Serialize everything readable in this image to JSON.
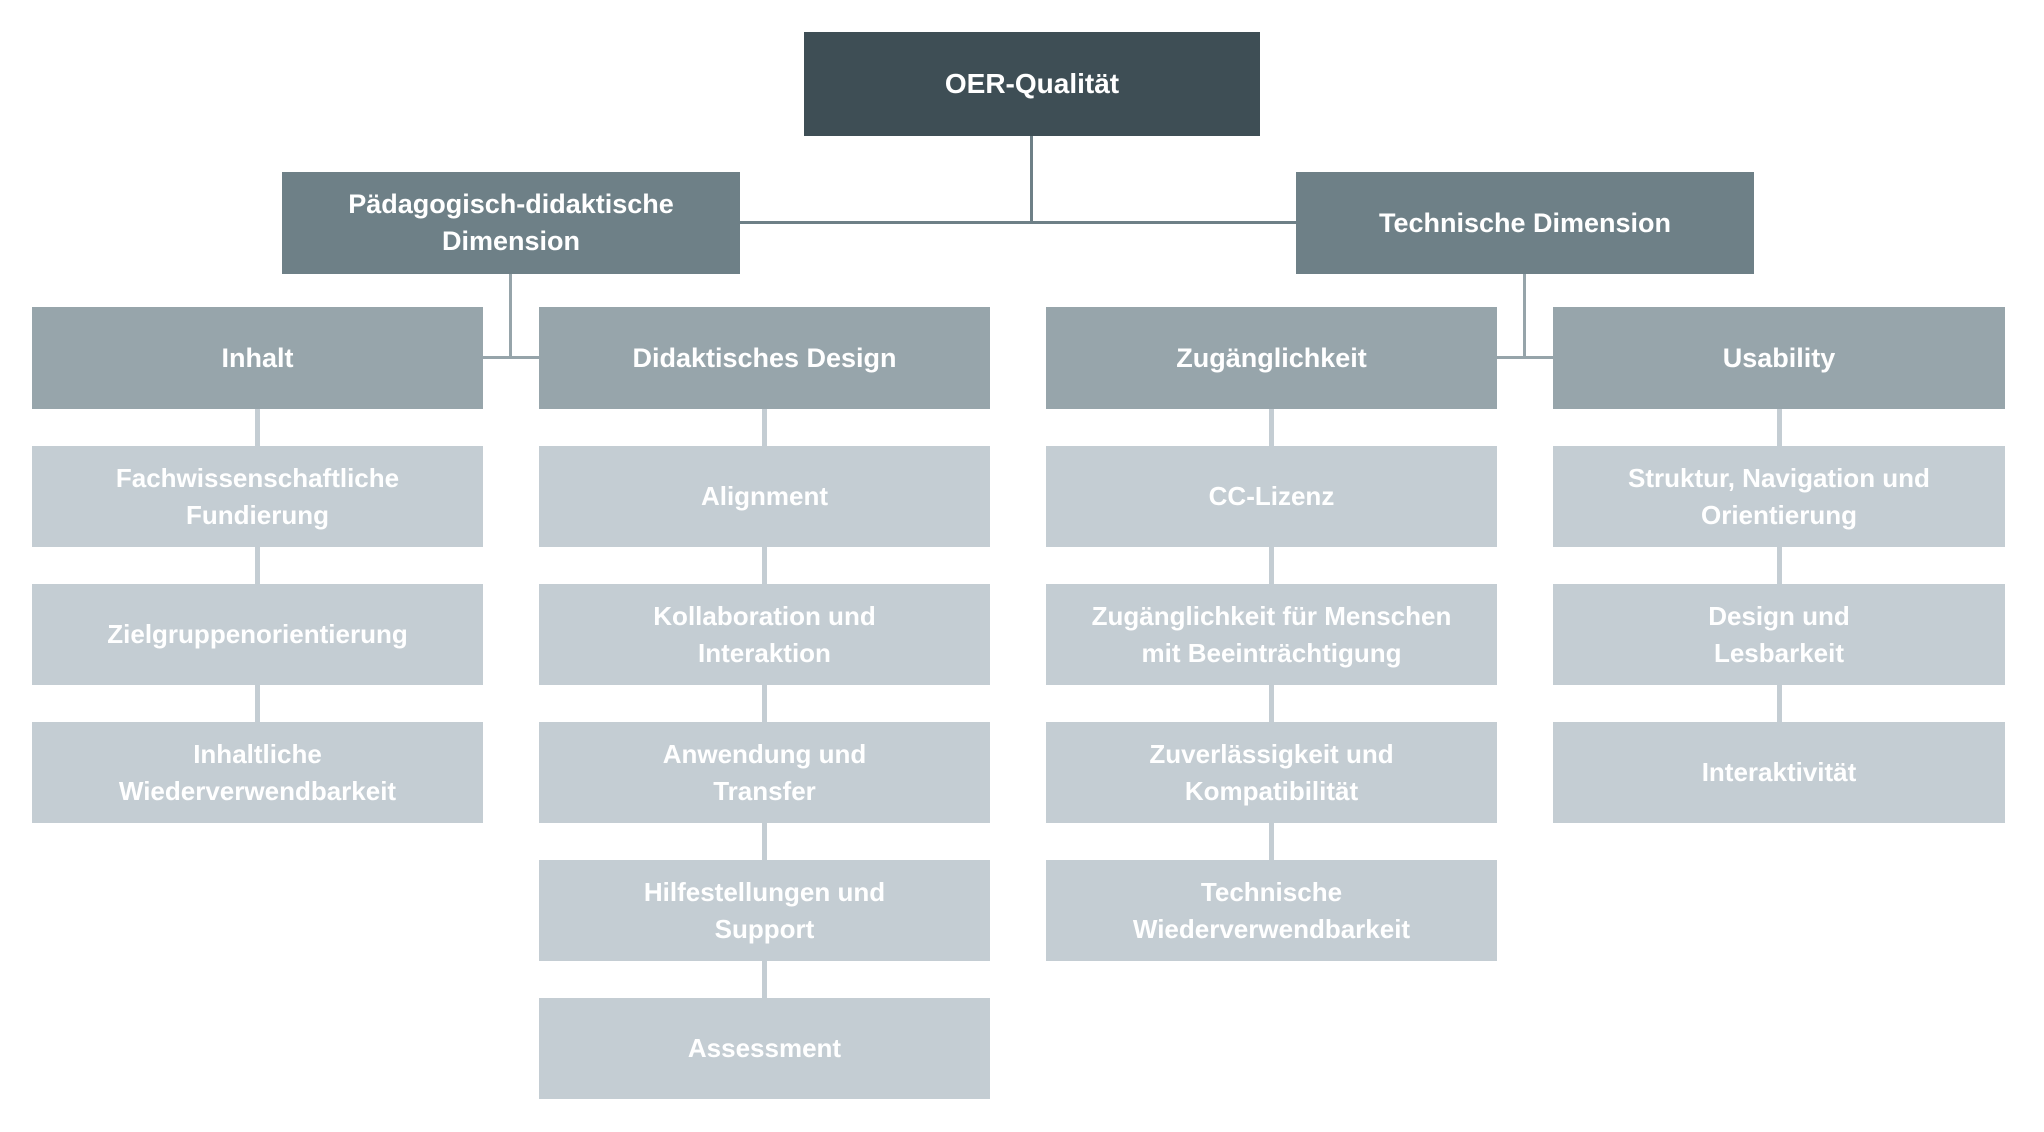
{
  "diagram": {
    "root": {
      "label": "OER-Qualität"
    },
    "dimensions": {
      "paedagogisch": {
        "label": "Pädagogisch-didaktische\nDimension"
      },
      "technisch": {
        "label": "Technische Dimension"
      }
    },
    "columns": [
      {
        "header": "Inhalt",
        "items": [
          "Fachwissenschaftliche\nFundierung",
          "Zielgruppenorientierung",
          "Inhaltliche\nWiederverwendbarkeit"
        ]
      },
      {
        "header": "Didaktisches Design",
        "items": [
          "Alignment",
          "Kollaboration und\nInteraktion",
          "Anwendung und\nTransfer",
          "Hilfestellungen und\nSupport",
          "Assessment"
        ]
      },
      {
        "header": "Zugänglichkeit",
        "items": [
          "CC-Lizenz",
          "Zugänglichkeit für Menschen\nmit Beeinträchtigung",
          "Zuverlässigkeit und\nKompatibilität",
          "Technische\nWiederverwendbarkeit"
        ]
      },
      {
        "header": "Usability",
        "items": [
          "Struktur, Navigation und\nOrientierung",
          "Design und\nLesbarkeit",
          "Interaktivität"
        ]
      }
    ]
  },
  "colors": {
    "root_bg": "#3E4E55",
    "dimension_bg": "#6E8087",
    "header_bg": "#97A5AB",
    "leaf_bg": "#C4CDD3",
    "line_dark": "#6E8087",
    "line_mid": "#96A4AA",
    "line_light": "#C4CDD3",
    "text": "#FFFFFF",
    "background": "#FFFFFF"
  }
}
